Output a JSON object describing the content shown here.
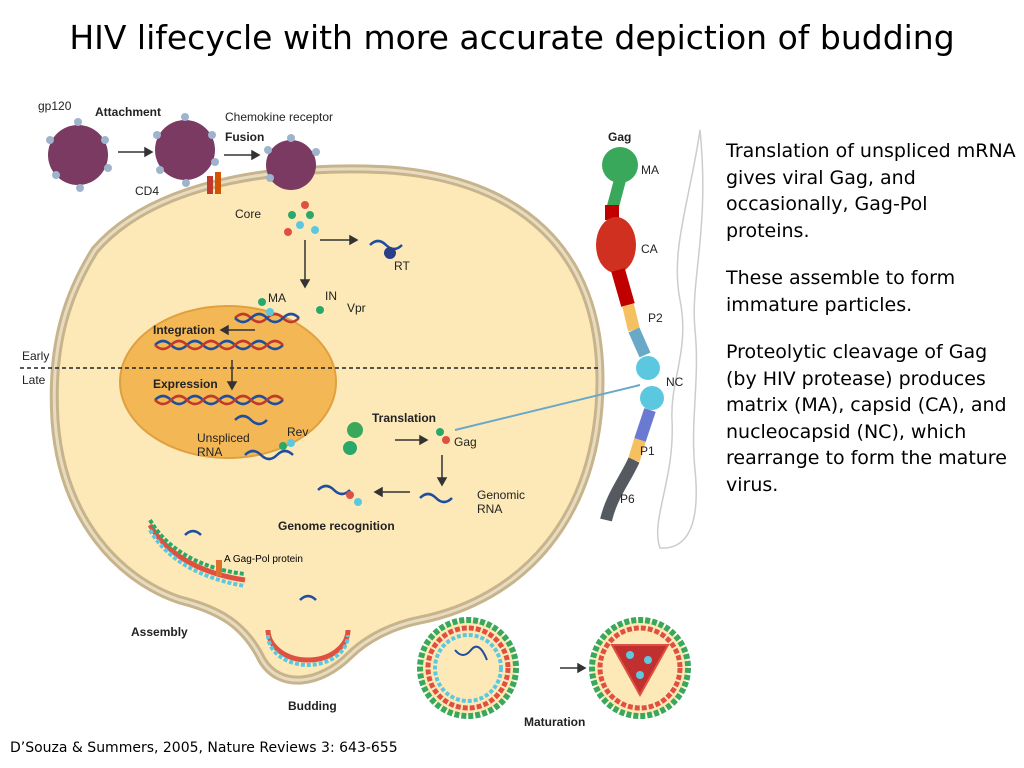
{
  "title": "HIV lifecycle with more accurate depiction of budding",
  "citation": "D’Souza & Summers, 2005, Nature Reviews 3: 643-655",
  "side_text": {
    "p1": "Translation of unspliced mRNA gives viral Gag, and occasionally, Gag-Pol proteins.",
    "p2": "These assemble to form immature particles.",
    "p3": "Proteolytic cleavage of Gag (by HIV protease) produces matrix (MA), capsid (CA), and nucleocapsid (NC), which rearrange to form the mature virus."
  },
  "diagram_labels": {
    "gp120": "gp120",
    "attachment": "Attachment",
    "chemokine": "Chemokine receptor",
    "fusion": "Fusion",
    "cd4": "CD4",
    "core": "Core",
    "rt": "RT",
    "ma": "MA",
    "in": "IN",
    "vpr": "Vpr",
    "integration": "Integration",
    "early": "Early",
    "late": "Late",
    "expression": "Expression",
    "translation": "Translation",
    "rev": "Rev",
    "unspliced1": "Unspliced",
    "unspliced2": "RNA",
    "gag_small": "Gag",
    "genomic1": "Genomic",
    "genomic2": "RNA",
    "genome_recognition": "Genome recognition",
    "gagpol": "A Gag-Pol protein",
    "assembly": "Assembly",
    "budding": "Budding",
    "maturation": "Maturation"
  },
  "gag_labels": {
    "gag": "Gag",
    "ma": "MA",
    "ca": "CA",
    "p2": "P2",
    "nc": "NC",
    "p1": "P1",
    "p6": "P6"
  }
}
